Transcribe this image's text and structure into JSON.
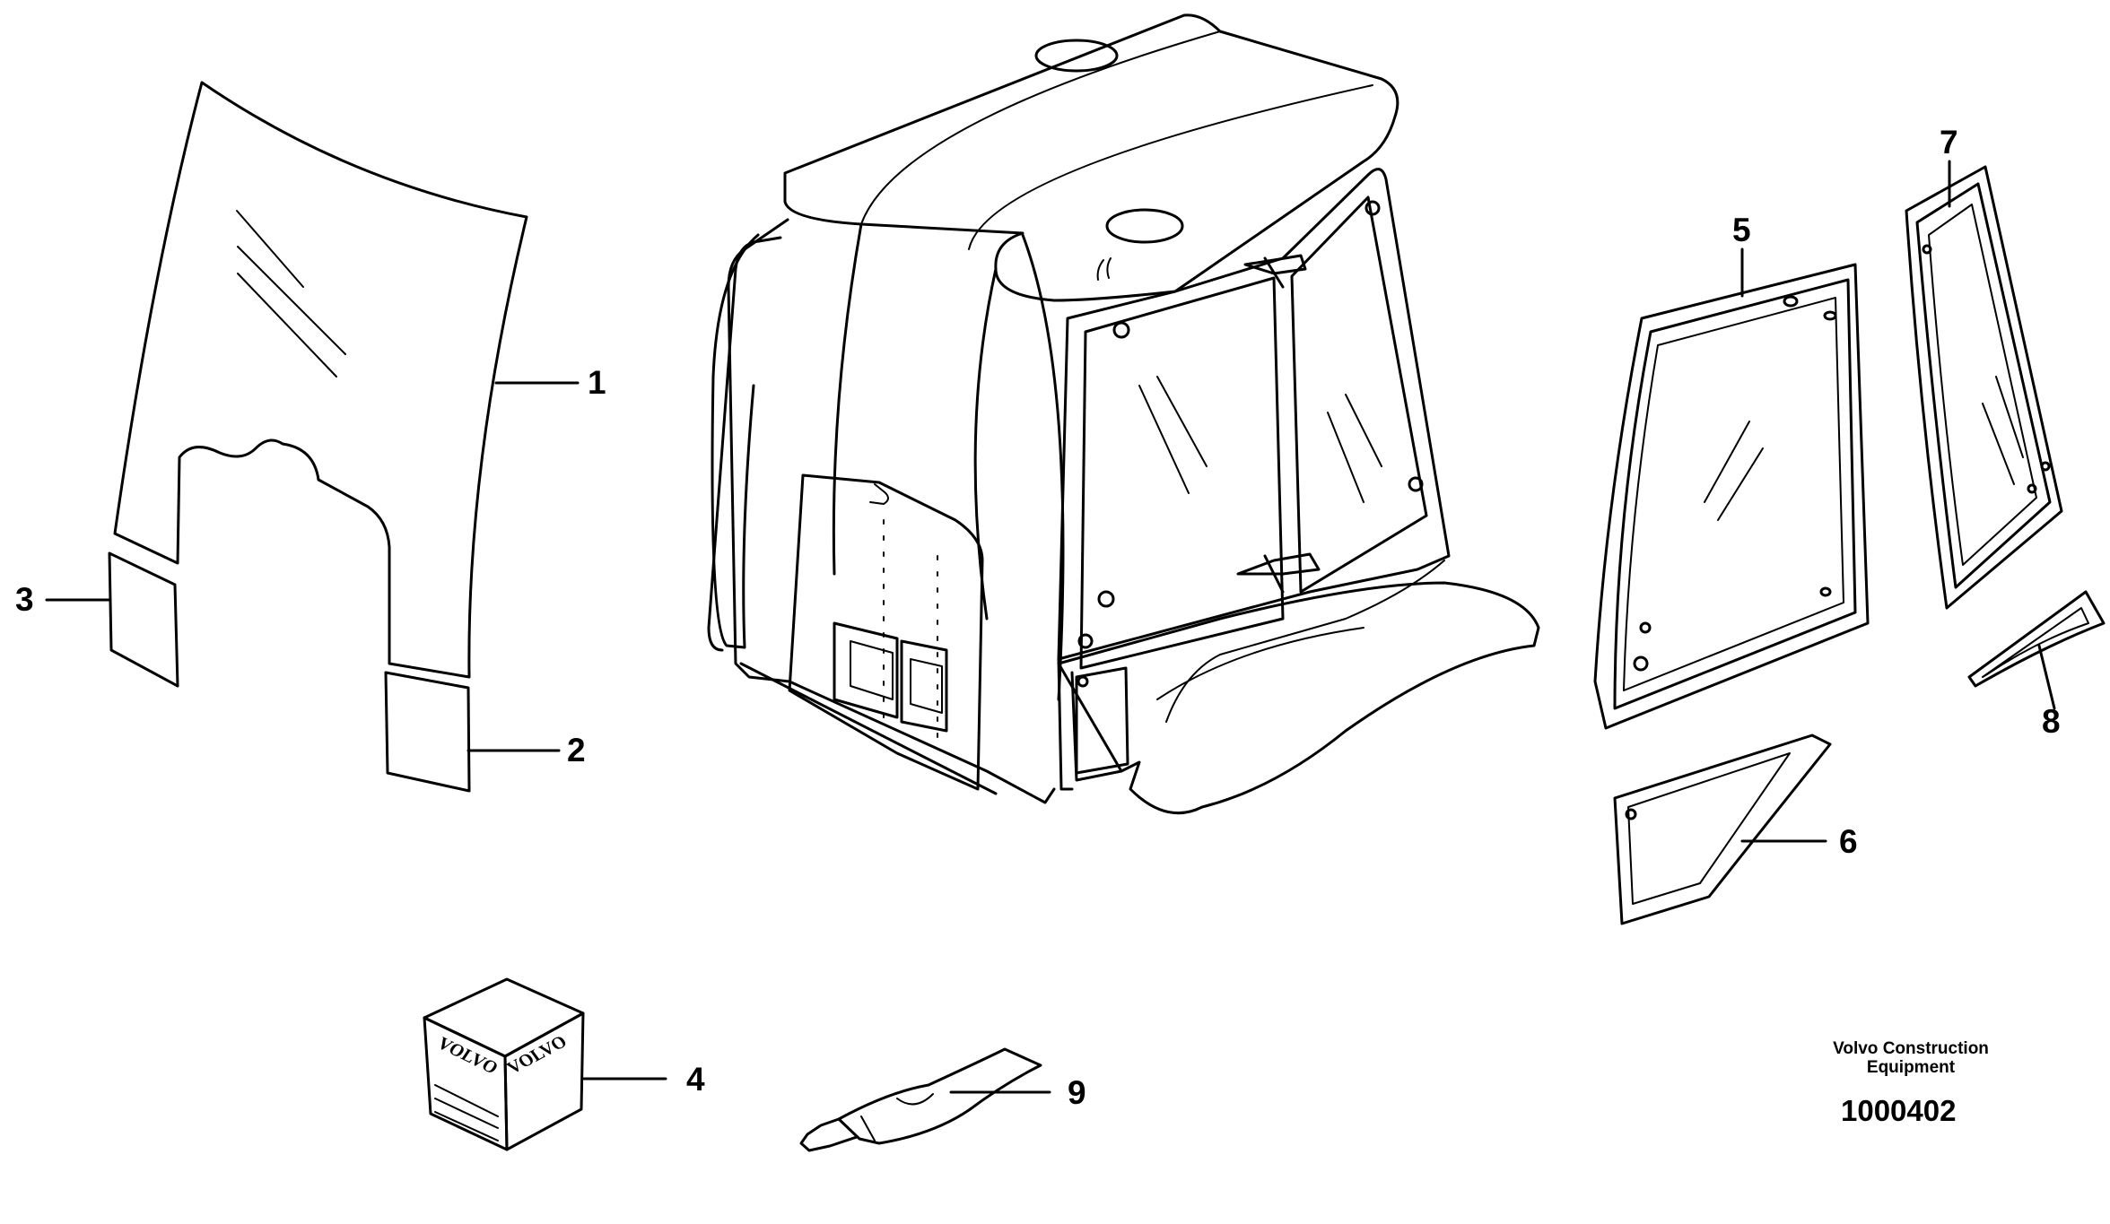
{
  "callouts": {
    "c1": "1",
    "c2": "2",
    "c3": "3",
    "c4": "4",
    "c5": "5",
    "c6": "6",
    "c7": "7",
    "c8": "8",
    "c9": "9"
  },
  "box_brand_text": "VOLVO",
  "footer": {
    "brand_line1": "Volvo Construction",
    "brand_line2": "Equipment",
    "doc_number": "1000402"
  },
  "colors": {
    "line": "#000000",
    "background": "#ffffff"
  }
}
